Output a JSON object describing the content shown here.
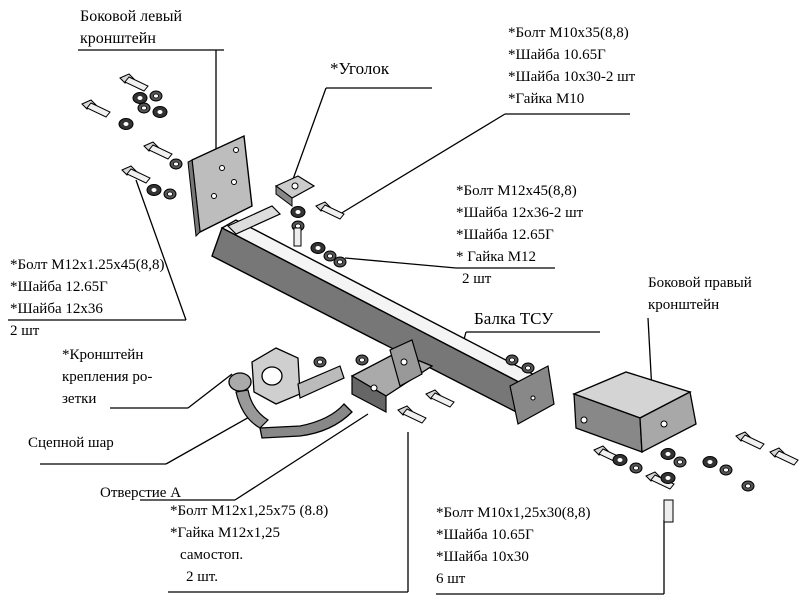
{
  "labels": {
    "left_bracket": [
      "Боковой левый",
      "кронштейн"
    ],
    "corner": "*Уголок",
    "bolt_m10x35": [
      "*Болт М10х35(8,8)",
      "*Шайба 10.65Г",
      "*Шайба 10х30-2 шт",
      "*Гайка М10"
    ],
    "bolt_m12x45": [
      "*Болт М12х45(8,8)",
      "*Шайба 12х36-2 шт",
      "*Шайба 12.65Г",
      "* Гайка М12",
      "2 шт"
    ],
    "bolt_m12x125x45": [
      "*Болт М12х1.25х45(8,8)",
      "*Шайба 12.65Г",
      "*Шайба 12х36",
      "2 шт"
    ],
    "right_bracket": [
      "Боковой правый",
      "кронштейн"
    ],
    "beam": "Балка ТСУ",
    "socket_bracket": [
      "*Кронштейн",
      "крепления ро-",
      "зетки"
    ],
    "tow_ball": "Сцепной шар",
    "hole_a": "Отверстие А",
    "bolt_m12x125x75": [
      "*Болт М12х1,25х75 (8.8)",
      "*Гайка М12х1,25",
      "самостоп.",
      "2 шт."
    ],
    "bolt_m10x125x30": [
      "*Болт М10х1,25х30(8,8)",
      "*Шайба 10.65Г",
      "*Шайба 10х30",
      "6 шт"
    ]
  }
}
